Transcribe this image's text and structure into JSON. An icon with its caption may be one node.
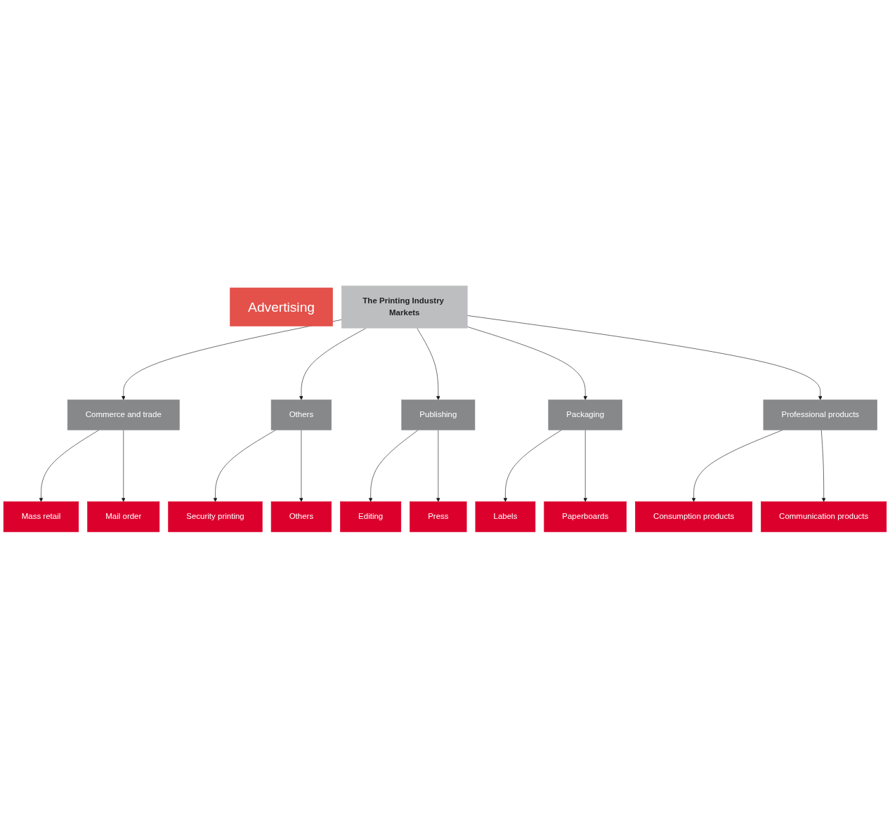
{
  "diagram": {
    "nodes": [
      {
        "text": [
          "The Printing Industry Markets"
        ]
      },
      {
        "text": [
          "Advertising"
        ]
      },
      {
        "text": [
          "Commerce and trade"
        ]
      },
      {
        "text": [
          "Others"
        ]
      },
      {
        "text": [
          "Mass retail"
        ]
      },
      {
        "text": [
          "Mail order"
        ]
      },
      {
        "text": [
          "Security printing"
        ]
      },
      {
        "text": [
          "Others"
        ]
      },
      {
        "text": [
          "Publishing"
        ]
      },
      {
        "text": [
          "Packaging"
        ]
      },
      {
        "text": [
          "Professional products"
        ]
      },
      {
        "text": [
          "Editing"
        ]
      },
      {
        "text": [
          "Press"
        ]
      },
      {
        "text": [
          "Labels"
        ]
      },
      {
        "text": [
          "Paperboards"
        ]
      },
      {
        "text": [
          "Consumption products"
        ]
      },
      {
        "text": [
          "Communication products"
        ]
      }
    ],
    "edges": [
      {
        "from": 0,
        "to": 2,
        "arrow": "to"
      },
      {
        "from": 0,
        "to": 3,
        "arrow": "to"
      },
      {
        "from": 0,
        "to": 8,
        "arrow": "to"
      },
      {
        "from": 0,
        "to": 9,
        "arrow": "to"
      },
      {
        "from": 0,
        "to": 10,
        "arrow": "to"
      },
      {
        "from": 2,
        "to": 4,
        "arrow": "to"
      },
      {
        "from": 2,
        "to": 5,
        "arrow": "to"
      },
      {
        "from": 3,
        "to": 6,
        "arrow": "to"
      },
      {
        "from": 3,
        "to": 7,
        "arrow": "to"
      },
      {
        "from": 8,
        "to": 11,
        "arrow": "to"
      },
      {
        "from": 8,
        "to": 12,
        "arrow": "to"
      },
      {
        "from": 9,
        "to": 13,
        "arrow": "to"
      },
      {
        "from": 9,
        "to": 14,
        "arrow": "to"
      },
      {
        "from": 10,
        "to": 15,
        "arrow": "to"
      },
      {
        "from": 10,
        "to": 16,
        "arrow": "to"
      }
    ]
  }
}
